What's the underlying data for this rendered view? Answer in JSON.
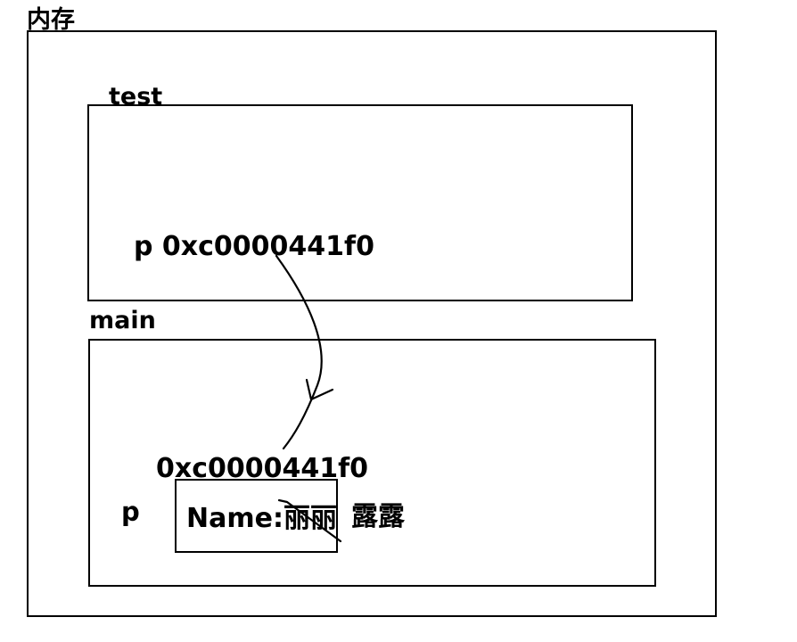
{
  "memory": {
    "title": "内存"
  },
  "test": {
    "title": "test",
    "pointer_label": "p 0xc0000441f0"
  },
  "main": {
    "title": "main",
    "address": "0xc0000441f0",
    "var_name": "p",
    "struct_field": "Name:丽丽",
    "new_value": "露露"
  }
}
